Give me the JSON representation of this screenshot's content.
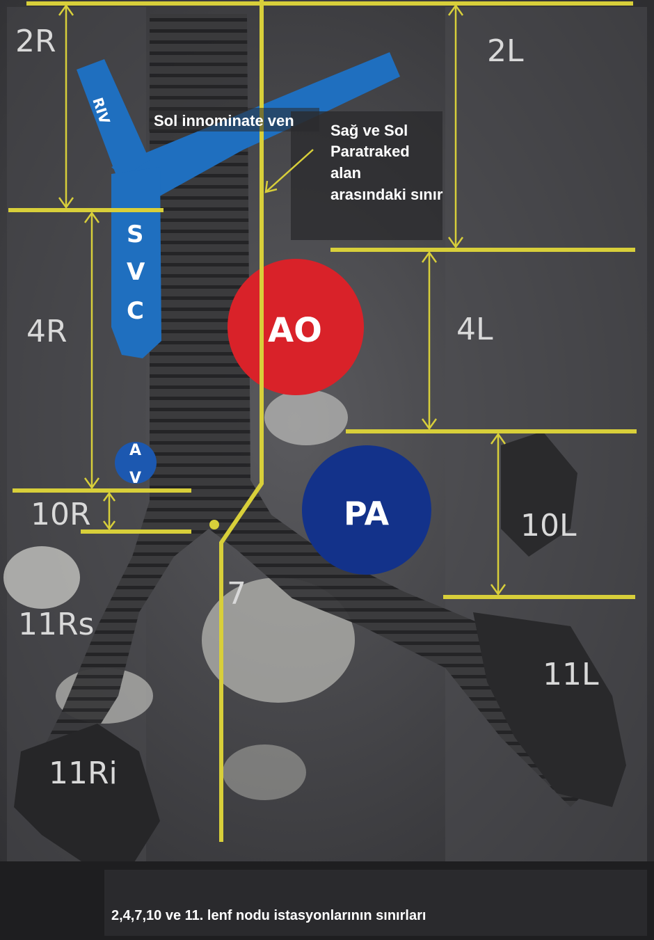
{
  "stations": {
    "s2R": "2R",
    "s2L": "2L",
    "s4R": "4R",
    "s4L": "4L",
    "s10R": "10R",
    "s10L": "10L",
    "s7": "7",
    "s11Rs": "11Rs",
    "s11Ri": "11Ri",
    "s11L": "11L"
  },
  "vessels": {
    "riv": "RIV",
    "svc": [
      "S",
      "V",
      "C"
    ],
    "av": [
      "A",
      "V"
    ],
    "ao": "AO",
    "pa": "PA"
  },
  "annotations": {
    "left_innominate": "Sol innominate ven",
    "boundary": [
      "Sağ ve Sol",
      "Paratraked",
      "alan",
      "arasındaki sınır"
    ]
  },
  "caption": "2,4,7,10 ve 11. lenf nodu istasyonlarının sınırları",
  "colors": {
    "boundary_line": "#d8cf3a",
    "vein": "#1f6fbf",
    "aorta": "#d92229",
    "pulmonary_artery": "#13328a",
    "azygos_vein": "#1c58b0"
  }
}
